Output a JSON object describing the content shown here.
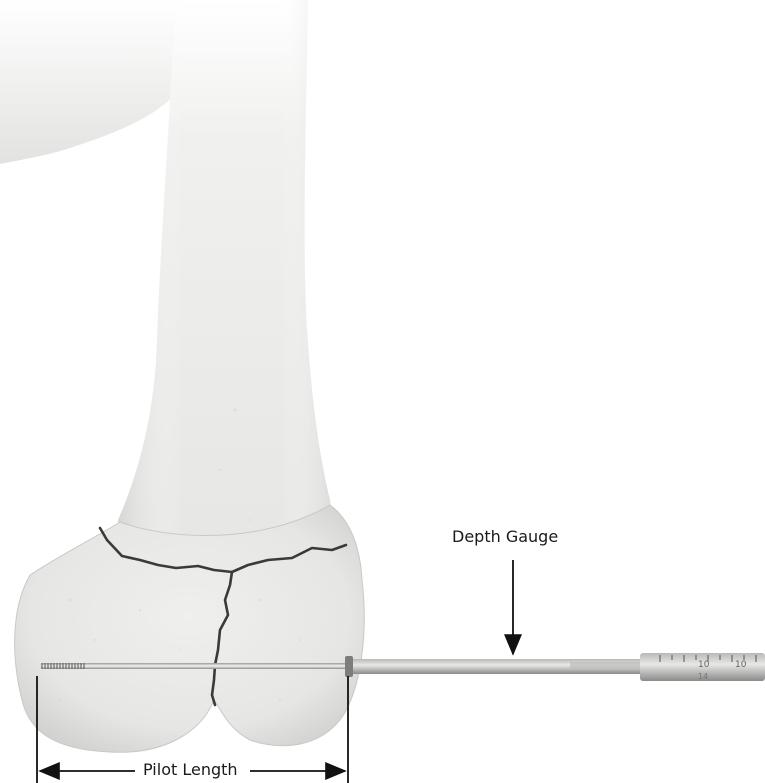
{
  "image": {
    "subject": "distal-femur-bone-model-with-fracture-lines-guide-wire-and-depth-gauge",
    "background_color": "#ffffff",
    "bone_color": "#ebebea",
    "fracture_color": "#3a3a3a"
  },
  "annotations": {
    "depth_gauge_label": "Depth Gauge",
    "pilot_length_label": "Pilot Length"
  },
  "gauge": {
    "scale_marks": [
      "10",
      "10",
      "14"
    ]
  }
}
